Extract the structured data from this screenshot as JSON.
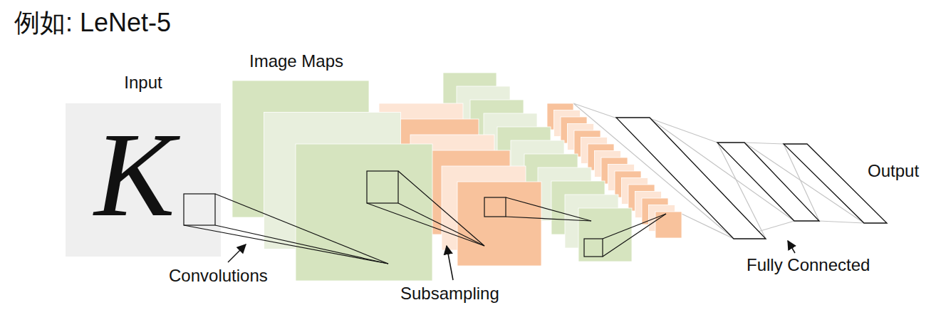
{
  "diagram": {
    "title": "例如: LeNet-5",
    "nodes": [
      {
        "text": [
          "Input",
          "K"
        ]
      }
    ],
    "labels": [
      "Image Maps",
      "Convolutions",
      "Subsampling",
      "Fully Connected",
      "Output"
    ]
  }
}
